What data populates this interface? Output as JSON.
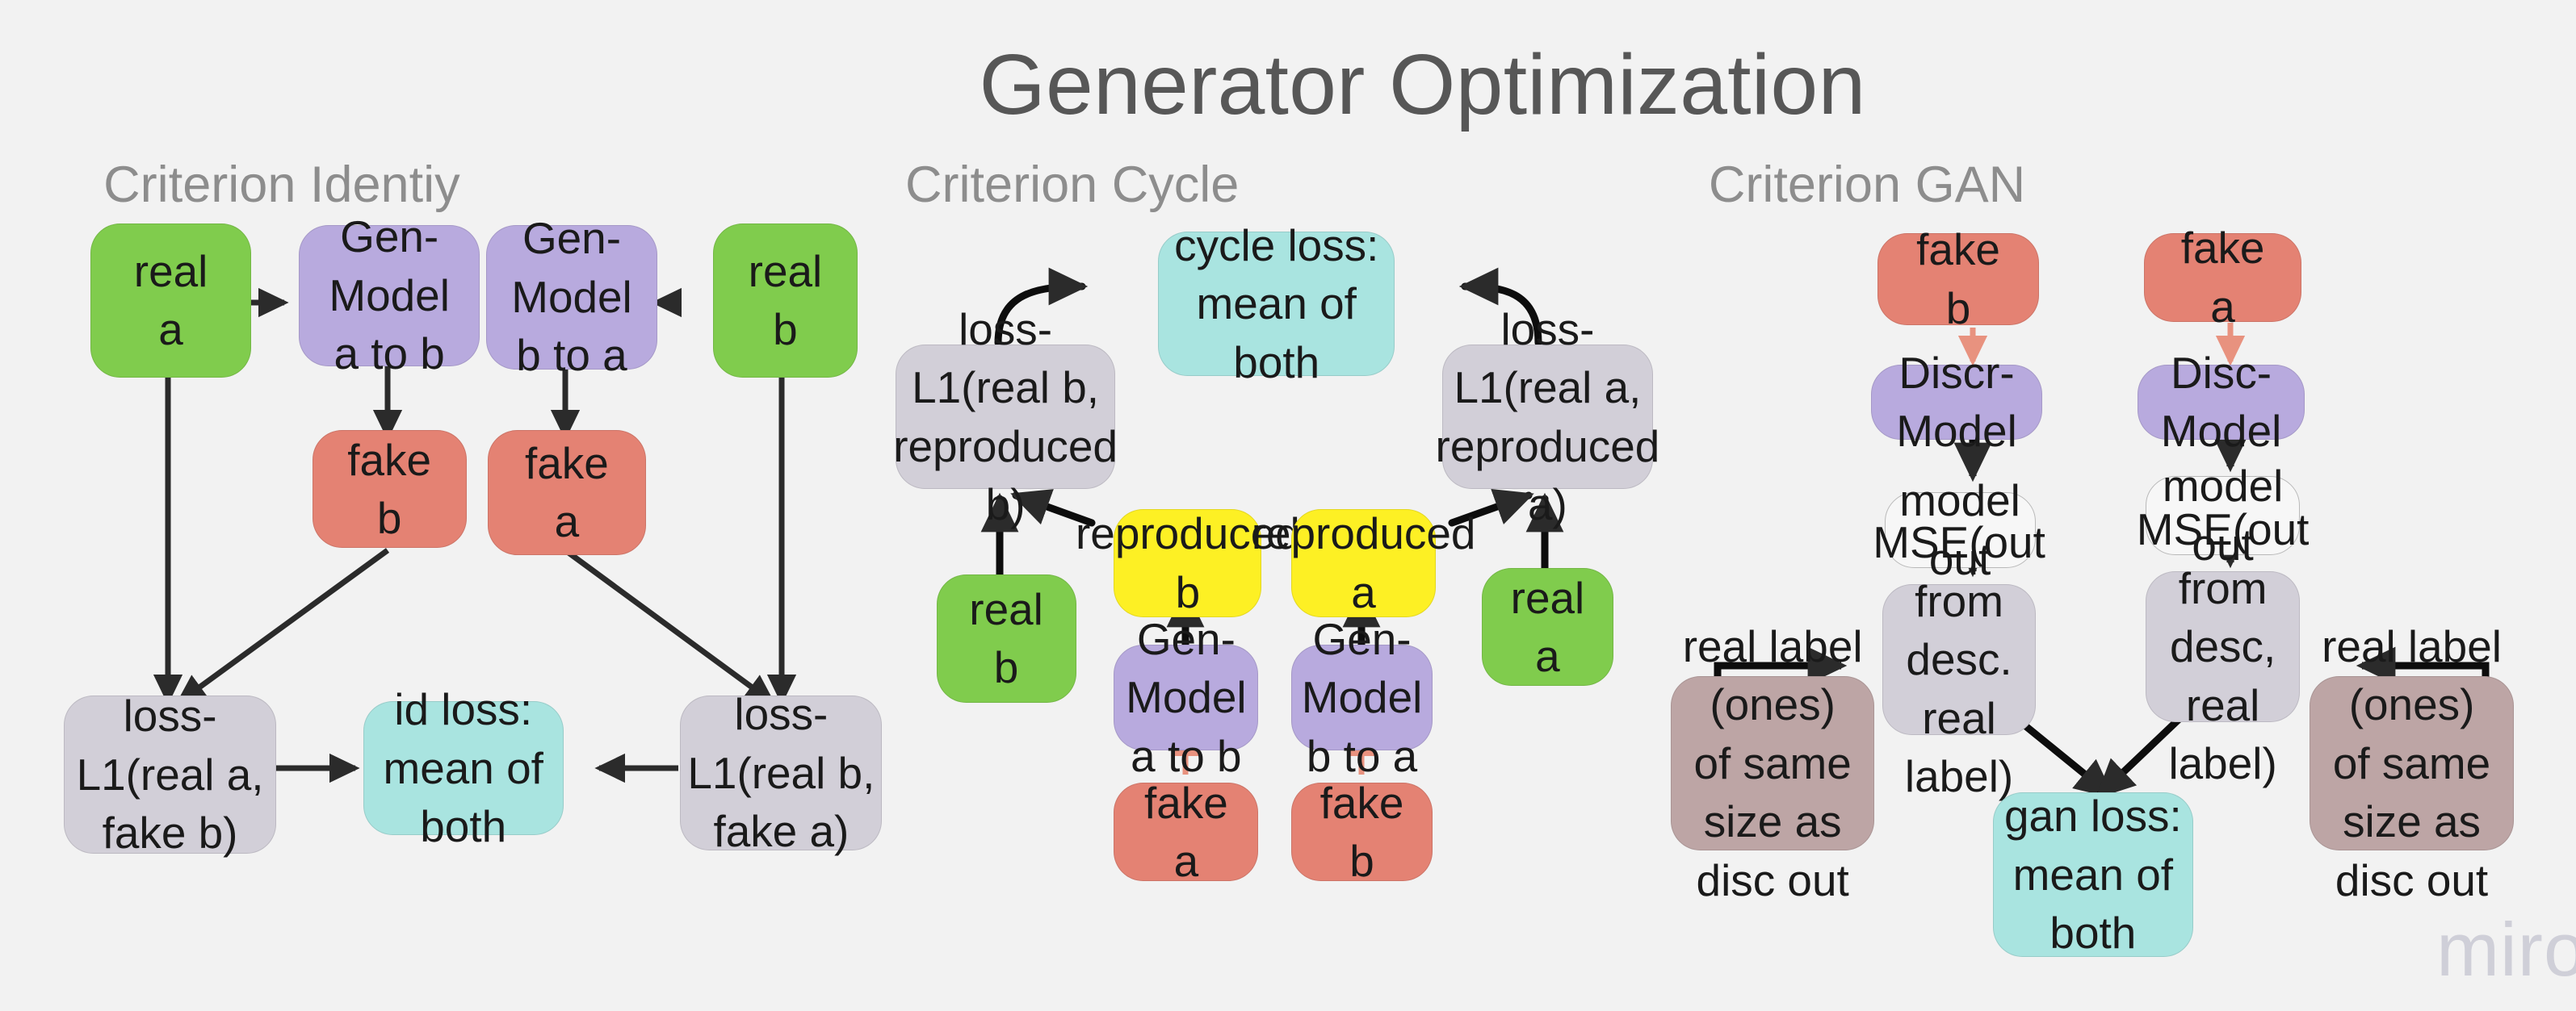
{
  "page": {
    "title": "Generator Optimization",
    "watermark": "miro",
    "background": "#f2f2f2"
  },
  "colors": {
    "green": "#80cc4d",
    "purple": "#b8aade",
    "red": "#e48273",
    "gray": "#d2cfd8",
    "cyan": "#a9e4e0",
    "yellow": "#fdf024",
    "mauve": "#bda5a5",
    "white": "#f7f7f7",
    "arrow_dark": "#2b2b2b",
    "arrow_red": "#e8927f",
    "title_text": "#575757",
    "section_text": "#8d8d8d"
  },
  "sections": [
    {
      "id": "identity",
      "label": "Criterion Identiy"
    },
    {
      "id": "cycle",
      "label": "Criterion Cycle"
    },
    {
      "id": "gan",
      "label": "Criterion GAN"
    }
  ],
  "nodes": {
    "identity": [
      {
        "id": "id-real-a",
        "label": "real\na",
        "kind": "green"
      },
      {
        "id": "id-gen-a-to-b",
        "label": "Gen-Model\na to b",
        "kind": "purple"
      },
      {
        "id": "id-gen-b-to-a",
        "label": "Gen-Model\nb to a",
        "kind": "purple"
      },
      {
        "id": "id-real-b",
        "label": "real\nb",
        "kind": "green"
      },
      {
        "id": "id-fake-b",
        "label": "fake\nb",
        "kind": "red"
      },
      {
        "id": "id-fake-a",
        "label": "fake\na",
        "kind": "red"
      },
      {
        "id": "id-loss-a-fake-b",
        "label": "loss-L1(real a,\nfake b)",
        "kind": "gray"
      },
      {
        "id": "id-loss-b-fake-a",
        "label": "loss-L1(real b,\nfake a)",
        "kind": "gray"
      },
      {
        "id": "id-loss",
        "label": "id loss:\nmean of both",
        "kind": "cyan"
      }
    ],
    "cycle": [
      {
        "id": "cy-cycle-loss",
        "label": "cycle loss:\nmean of both",
        "kind": "cyan"
      },
      {
        "id": "cy-loss-b",
        "label": "loss-L1(real b,\nreproduced b)",
        "kind": "gray"
      },
      {
        "id": "cy-loss-a",
        "label": "loss-L1(real a,\nreproduced a)",
        "kind": "gray"
      },
      {
        "id": "cy-real-b",
        "label": "real\nb",
        "kind": "green"
      },
      {
        "id": "cy-real-a",
        "label": "real\na",
        "kind": "green"
      },
      {
        "id": "cy-repro-b",
        "label": "reproduced\nb",
        "kind": "yellow"
      },
      {
        "id": "cy-repro-a",
        "label": "reproduced\na",
        "kind": "yellow"
      },
      {
        "id": "cy-gen-a-to-b",
        "label": "Gen-Model\na to b",
        "kind": "purple"
      },
      {
        "id": "cy-gen-b-to-a",
        "label": "Gen-Model\nb to a",
        "kind": "purple"
      },
      {
        "id": "cy-fake-a",
        "label": "fake\na",
        "kind": "red"
      },
      {
        "id": "cy-fake-b",
        "label": "fake\nb",
        "kind": "red"
      }
    ],
    "gan": [
      {
        "id": "gan-fake-b",
        "label": "fake\nb",
        "kind": "red"
      },
      {
        "id": "gan-fake-a",
        "label": "fake\na",
        "kind": "red"
      },
      {
        "id": "gan-discr-model",
        "label": "Discr- Model",
        "kind": "purple"
      },
      {
        "id": "gan-disc-model",
        "label": "Disc-Model",
        "kind": "purple"
      },
      {
        "id": "gan-model-out-l",
        "label": "model out",
        "kind": "white"
      },
      {
        "id": "gan-model-out-r",
        "label": "model out",
        "kind": "white"
      },
      {
        "id": "gan-mse-l",
        "label": "MSE(out\nfrom desc.\nreal label)",
        "kind": "gray"
      },
      {
        "id": "gan-mse-r",
        "label": "MSE(out\nfrom desc,\nreal label)",
        "kind": "gray"
      },
      {
        "id": "gan-label-l",
        "label": "real label (ones)\nof same size as\ndisc out",
        "kind": "mauve"
      },
      {
        "id": "gan-label-r",
        "label": "real label (ones)\nof same size as\ndisc out",
        "kind": "mauve"
      },
      {
        "id": "gan-loss",
        "label": "gan loss:\nmean of both",
        "kind": "cyan"
      }
    ]
  }
}
